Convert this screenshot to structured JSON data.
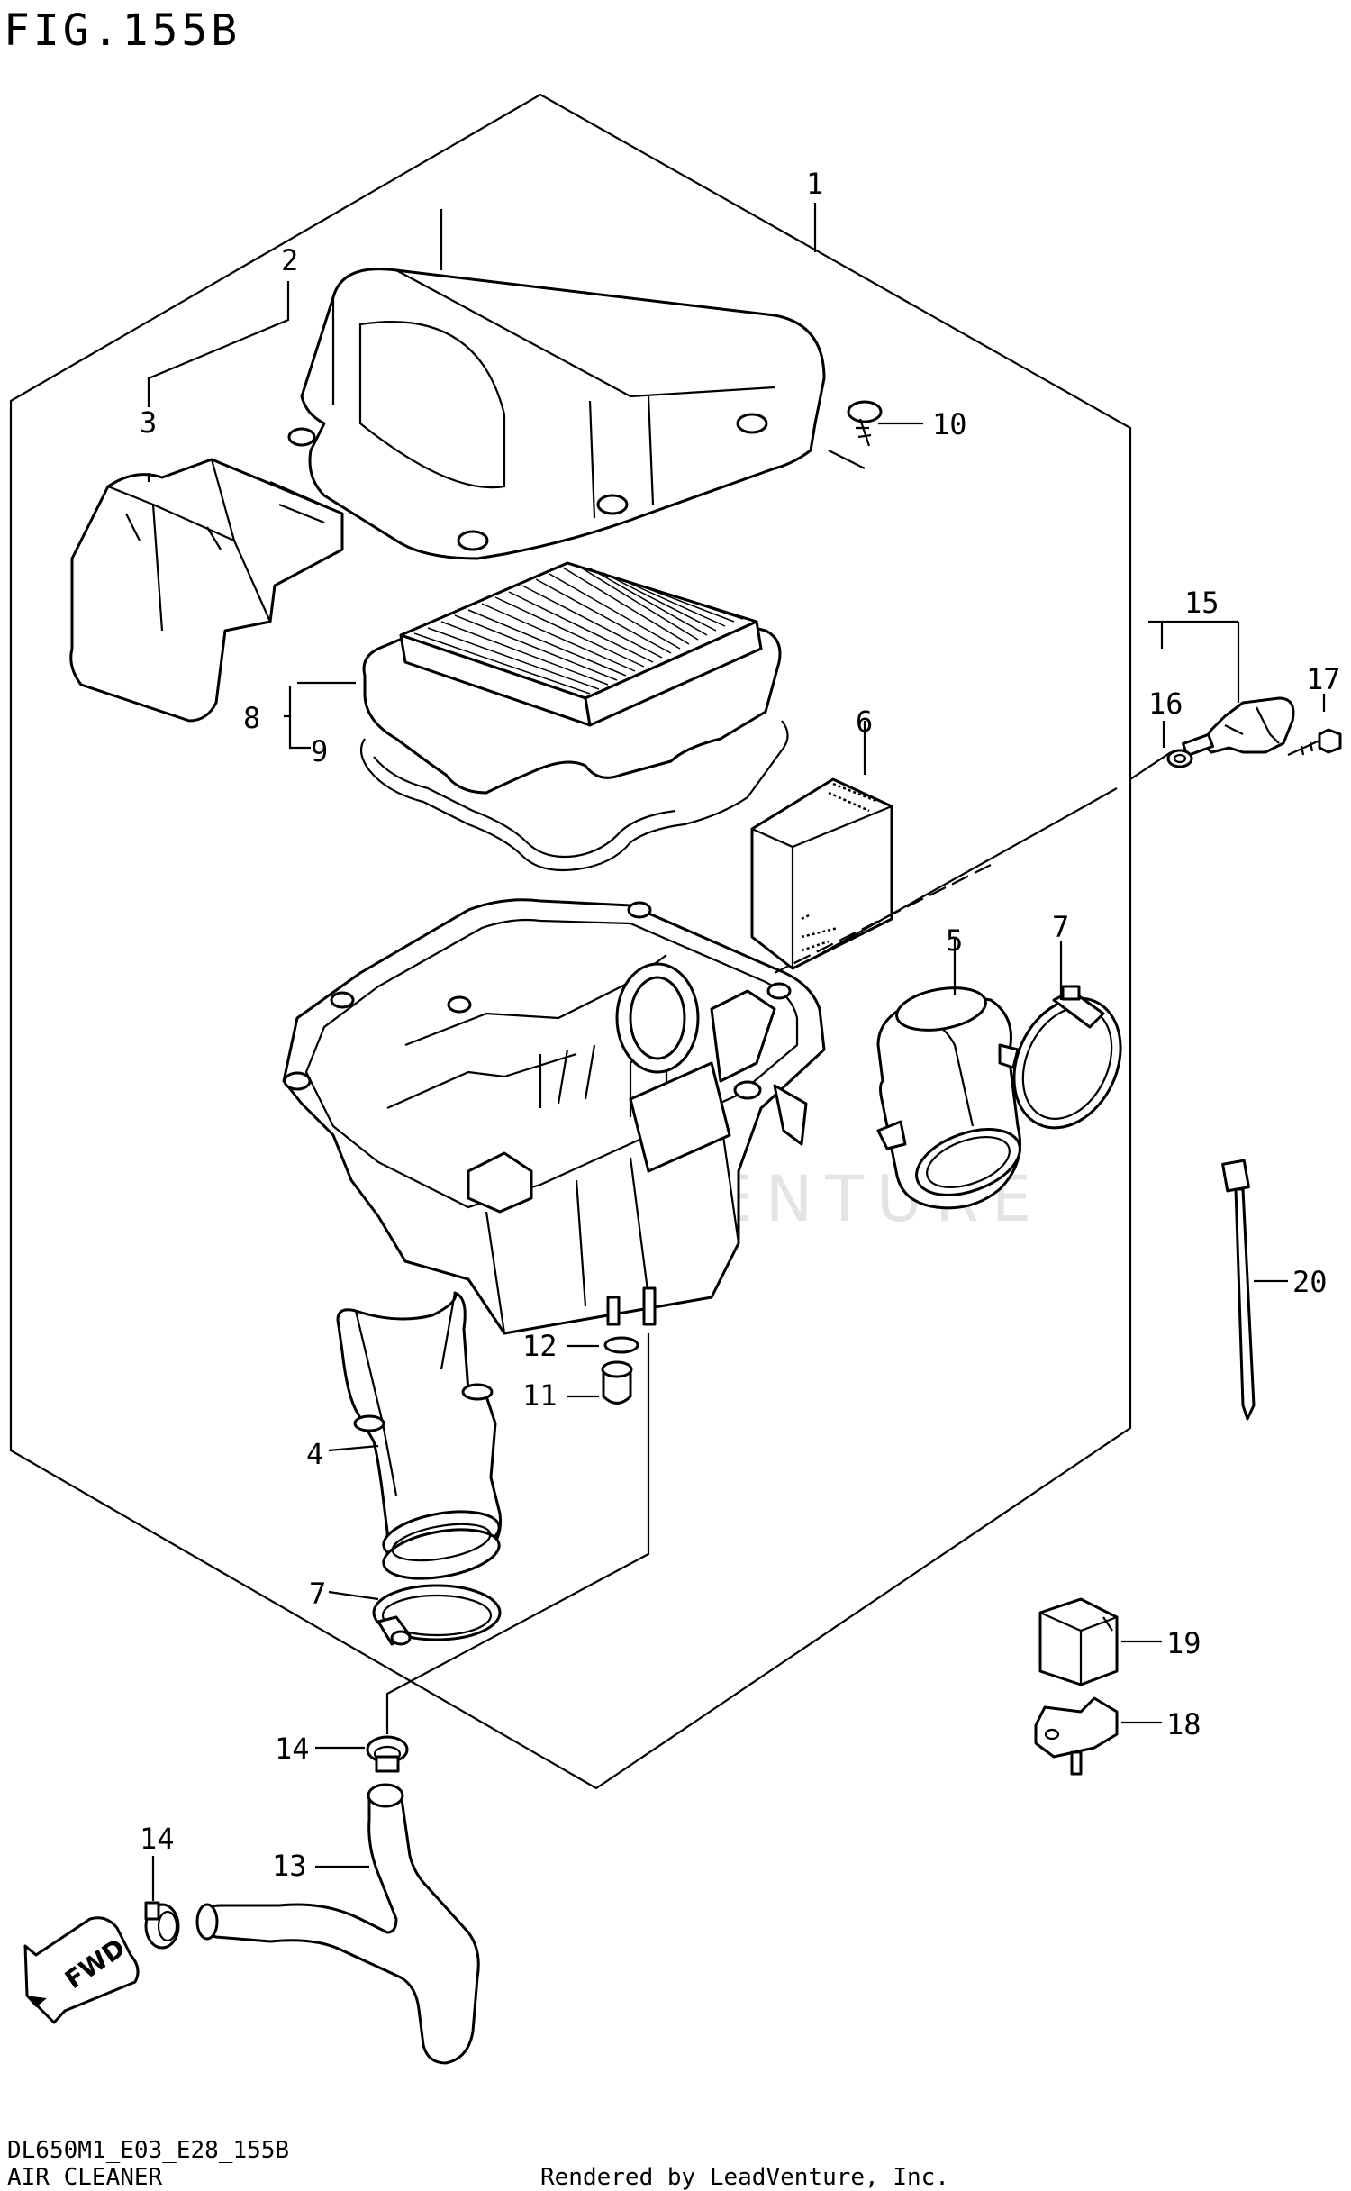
{
  "title": "FIG.155B",
  "footer": {
    "model_code": "DL650M1_E03_E28_155B",
    "section_name": "AIR CLEANER",
    "credit": "Rendered by LeadVenture, Inc."
  },
  "watermark": "LEADVENTURE",
  "fwd_arrow": "FWD",
  "callouts": {
    "c1": "1",
    "c2": "2",
    "c3": "3",
    "c4": "4",
    "c5": "5",
    "c6": "6",
    "c7a": "7",
    "c7b": "7",
    "c8": "8",
    "c9": "9",
    "c10": "10",
    "c11": "11",
    "c12": "12",
    "c13": "13",
    "c14a": "14",
    "c14b": "14",
    "c15": "15",
    "c16": "16",
    "c17": "17",
    "c18": "18",
    "c19": "19",
    "c20": "20"
  }
}
